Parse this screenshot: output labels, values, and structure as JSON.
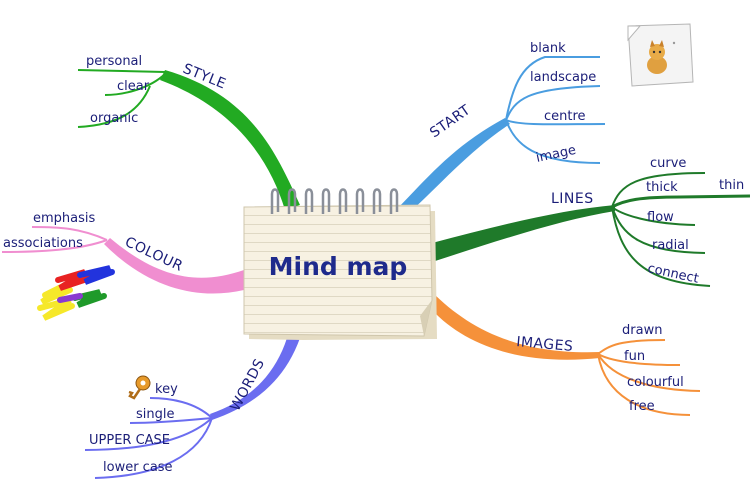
{
  "center": {
    "title": "Mind map"
  },
  "branches": {
    "style": {
      "label": "STYLE",
      "color": "#22aa22",
      "items": [
        "personal",
        "clear",
        "organic"
      ]
    },
    "start": {
      "label": "START",
      "color": "#4a9de0",
      "items": [
        "blank",
        "landscape",
        "centre",
        "image"
      ]
    },
    "lines": {
      "label": "LINES",
      "color": "#1f7a2a",
      "items": [
        "curve",
        "thick",
        "thin",
        "flow",
        "radial",
        "connect"
      ]
    },
    "colour": {
      "label": "COLOUR",
      "color": "#f08ed0",
      "items": [
        "emphasis",
        "associations"
      ]
    },
    "images": {
      "label": "IMAGES",
      "color": "#f5913a",
      "items": [
        "drawn",
        "fun",
        "colourful",
        "free"
      ]
    },
    "words": {
      "label": "WORDS",
      "color": "#6b6df0",
      "items": [
        "key",
        "single",
        "UPPER CASE",
        "lower case"
      ]
    }
  },
  "icons": [
    "notepad-icon",
    "cat-sticker-icon",
    "key-icon",
    "colour-scribble-icon"
  ]
}
